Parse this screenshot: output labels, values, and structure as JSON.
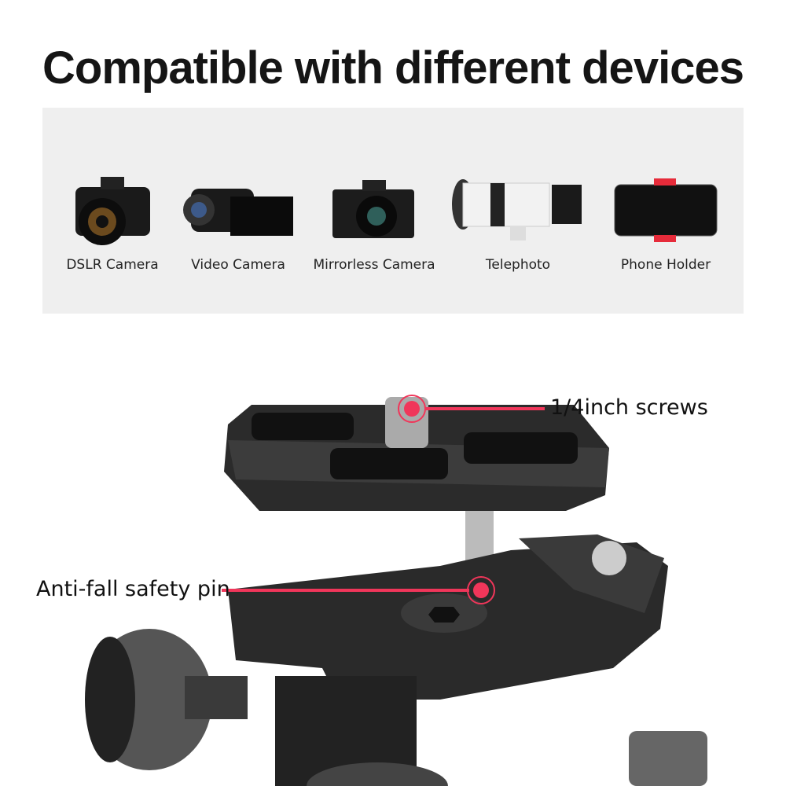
{
  "title": "Compatible with different devices",
  "devices": [
    {
      "label": "DSLR Camera",
      "icon": "dslr-camera-icon"
    },
    {
      "label": "Video Camera",
      "icon": "video-camera-icon"
    },
    {
      "label": "Mirrorless Camera",
      "icon": "mirrorless-camera-icon"
    },
    {
      "label": "Telephoto",
      "icon": "telephoto-lens-icon"
    },
    {
      "label": "Phone Holder",
      "icon": "phone-holder-icon"
    }
  ],
  "callouts": {
    "screws": "1/4inch screws",
    "pin": "Anti-fall safety pin"
  },
  "colors": {
    "accent": "#f0365a",
    "panel": "#efefef"
  }
}
